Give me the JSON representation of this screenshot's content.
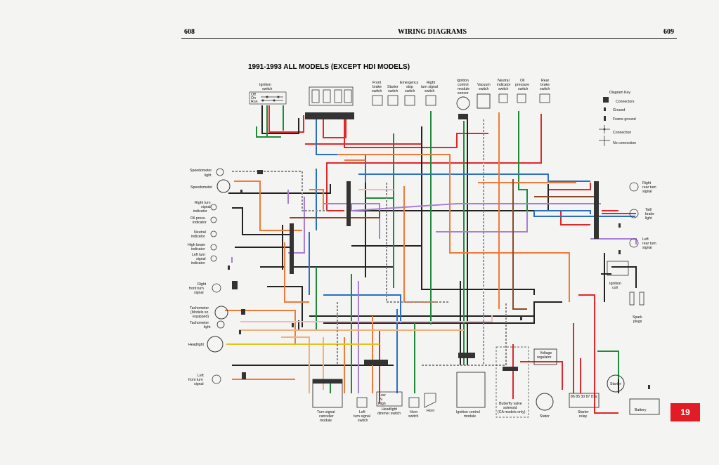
{
  "header": {
    "page_left": "608",
    "title": "WIRING DIAGRAMS",
    "page_right": "609"
  },
  "diagram_title": "1991-1993 ALL MODELS (EXCEPT HDI MODELS)",
  "section_tab": "19",
  "ignition_switch": {
    "label_l1": "Ignition",
    "label_l2": "switch",
    "positions": [
      "Off",
      "On",
      "Run"
    ]
  },
  "left_components": {
    "speedometer_light": [
      "Speedometer",
      "light"
    ],
    "speedometer": [
      "Speedometer"
    ],
    "right_turn_indicator": [
      "Right turn",
      "signal",
      "indicator"
    ],
    "oil_press_indicator": [
      "Oil press.",
      "indicator"
    ],
    "neutral_indicator": [
      "Neutral",
      "indicator"
    ],
    "high_beam_indicator": [
      "High beam",
      "indicator"
    ],
    "left_turn_indicator": [
      "Left turn",
      "signal",
      "indicator"
    ],
    "right_front_turn": [
      "Right",
      "front turn",
      "signal"
    ],
    "tachometer": [
      "Tachometer",
      "(Models so",
      "equipped)"
    ],
    "tachometer_light": [
      "Tachometer",
      "light"
    ],
    "headlight": [
      "Headlight"
    ],
    "left_front_turn": [
      "Left",
      "front turn",
      "signal"
    ]
  },
  "top_components": {
    "front_brake": [
      "Front",
      "brake",
      "switch"
    ],
    "starter": [
      "Starter",
      "switch"
    ],
    "emergency_stop": [
      "Emergency",
      "stop",
      "switch"
    ],
    "right_turn_switch": [
      "Right",
      "turn signal",
      "switch"
    ],
    "icm_sensor": [
      "Ignition",
      "control",
      "module",
      "sensor"
    ],
    "vacuum": [
      "Vacuum",
      "switch"
    ],
    "neutral": [
      "Neutral",
      "indicator",
      "switch"
    ],
    "oil_pressure": [
      "Oil",
      "pressure",
      "switch"
    ],
    "rear_brake": [
      "Rear",
      "brake",
      "switch"
    ]
  },
  "diagram_key": {
    "title": "Diagram Key",
    "connectors": "Connectors",
    "ground": "Ground",
    "frame_ground": "Frame ground",
    "connection": "Connection",
    "no_connection": "No connection"
  },
  "right_components": {
    "right_rear_turn": [
      "Right",
      "rear turn",
      "signal"
    ],
    "tail_brake": [
      "Tail/",
      "brake",
      "light"
    ],
    "left_rear_turn": [
      "Left",
      "rear turn",
      "signal"
    ],
    "ignition_coil": [
      "Ignition",
      "coil"
    ],
    "spark_plugs": [
      "Spark",
      "plugs"
    ]
  },
  "bottom_components": {
    "canceller": [
      "Turn signal",
      "canceller",
      "module"
    ],
    "left_turn_switch": [
      "Left",
      "turn signal",
      "switch"
    ],
    "dimmer": [
      "Headlight",
      "dimmer switch"
    ],
    "dimmer_positions": [
      "Low",
      "N",
      "High"
    ],
    "horn_switch": [
      "Horn",
      "switch"
    ],
    "horn": [
      "Horn"
    ],
    "icm": [
      "Ignition control",
      "module"
    ],
    "butterfly": [
      "Butterfly valve",
      "solenoid",
      "(CA models only)"
    ],
    "voltage_regulator": [
      "Voltage",
      "regulator"
    ],
    "stator": [
      "Stator"
    ],
    "starter_relay": [
      "Starter",
      "relay"
    ],
    "relay_terminals": "86 85 30 87 87a",
    "starter": [
      "Starter"
    ],
    "battery": [
      "Battery"
    ]
  },
  "colors": {
    "red": "#e0282c",
    "black": "#222222",
    "green": "#1f8a3a",
    "blue": "#2a6fc0",
    "orange": "#f07a3a",
    "violet": "#a77fd6",
    "brown": "#8a4a2a",
    "tan": "#f3b07a",
    "pink": "#f5b7c0",
    "gray": "#8a8a8a",
    "yellow": "#e6c21a",
    "accent_tab": "#e21b24"
  }
}
